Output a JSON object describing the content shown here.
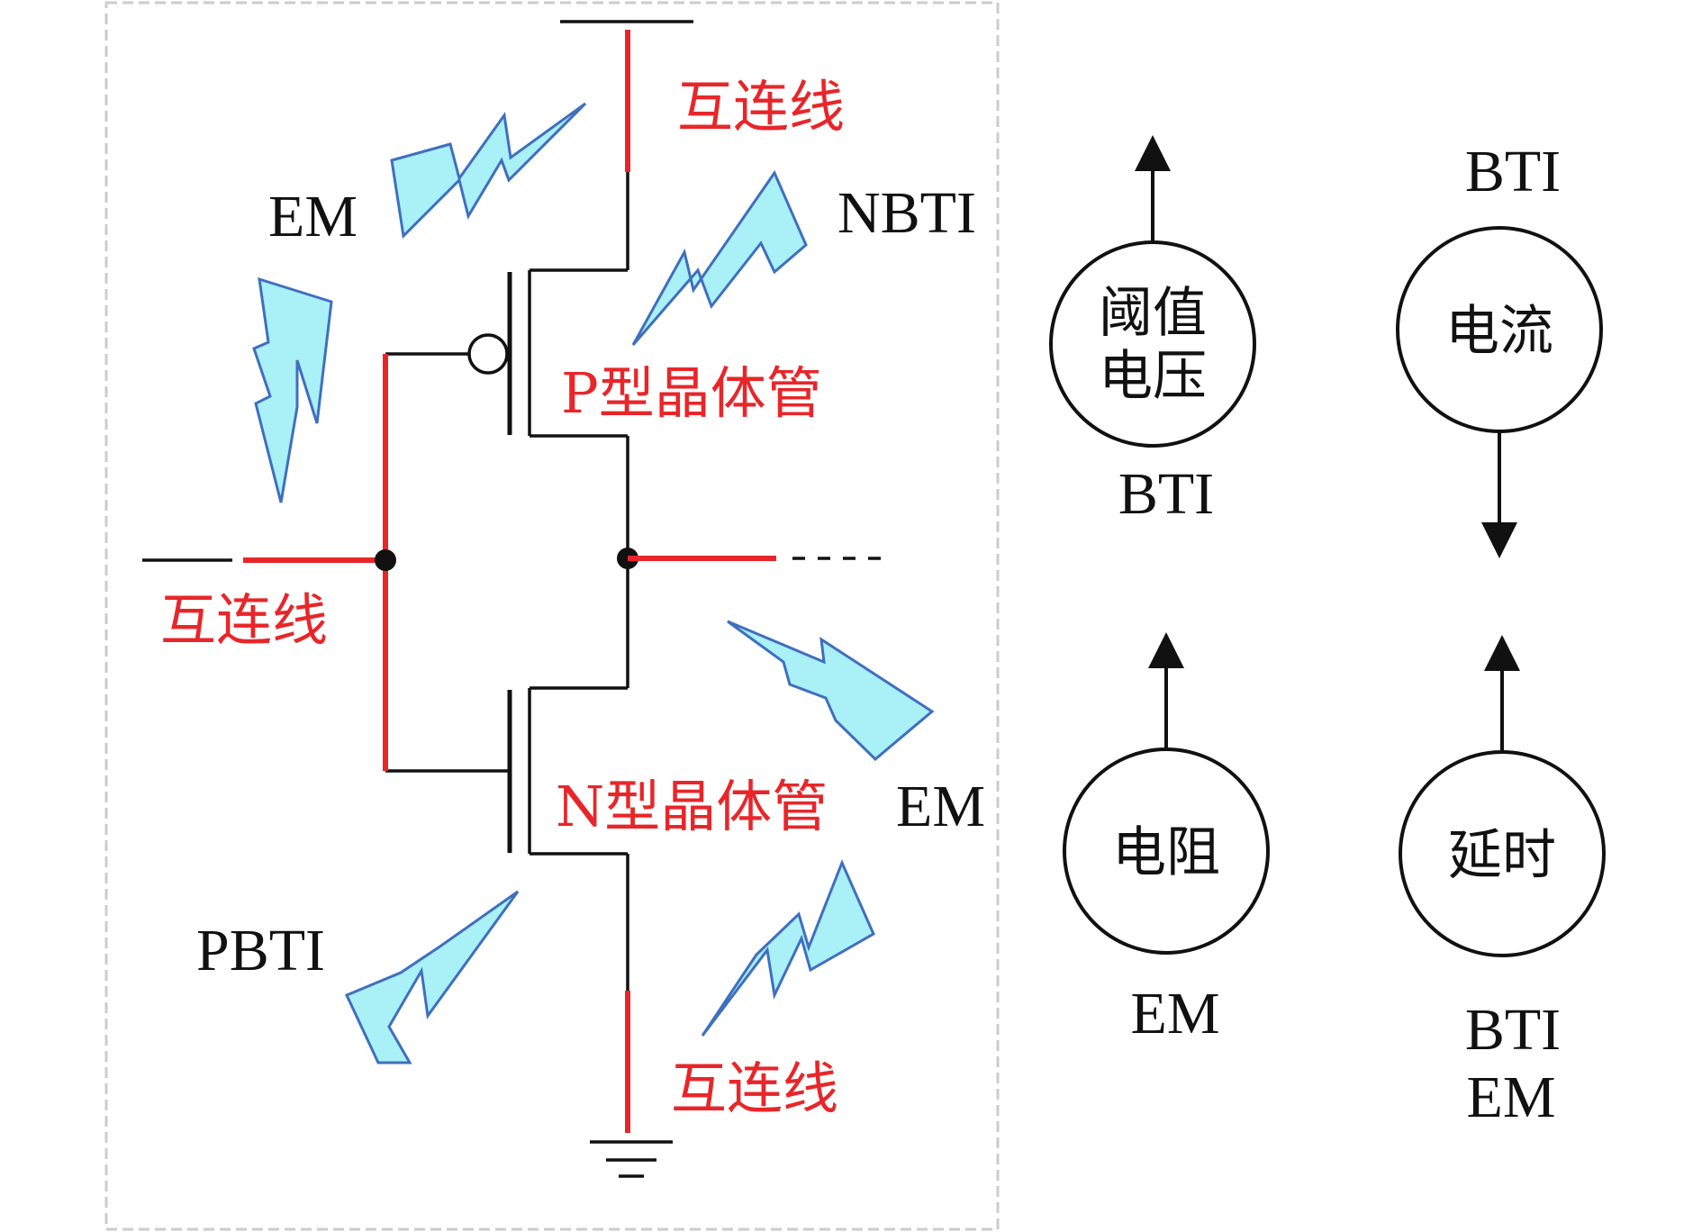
{
  "circuit": {
    "interconnect_top": "互连线",
    "interconnect_left": "互连线",
    "interconnect_bottom": "互连线",
    "pmos_label": "P型晶体管",
    "nmos_label": "N型晶体管",
    "em_top_left": "EM",
    "nbti": "NBTI",
    "em_right": "EM",
    "pbti": "PBTI"
  },
  "effects": {
    "threshold": {
      "line1": "阈值",
      "line2": "电压",
      "cause": "BTI",
      "direction": "up"
    },
    "current": {
      "label": "电流",
      "cause": "BTI",
      "direction": "down"
    },
    "resistance": {
      "label": "电阻",
      "cause": "EM",
      "direction": "up"
    },
    "delay": {
      "label": "延时",
      "cause_line1": "BTI",
      "cause_line2": "EM",
      "direction": "up"
    }
  },
  "colors": {
    "interconnect": "#e8262a",
    "bolt_fill": "#aaf0f7",
    "bolt_stroke": "#3f6fbf",
    "frame": "#cccccc"
  }
}
